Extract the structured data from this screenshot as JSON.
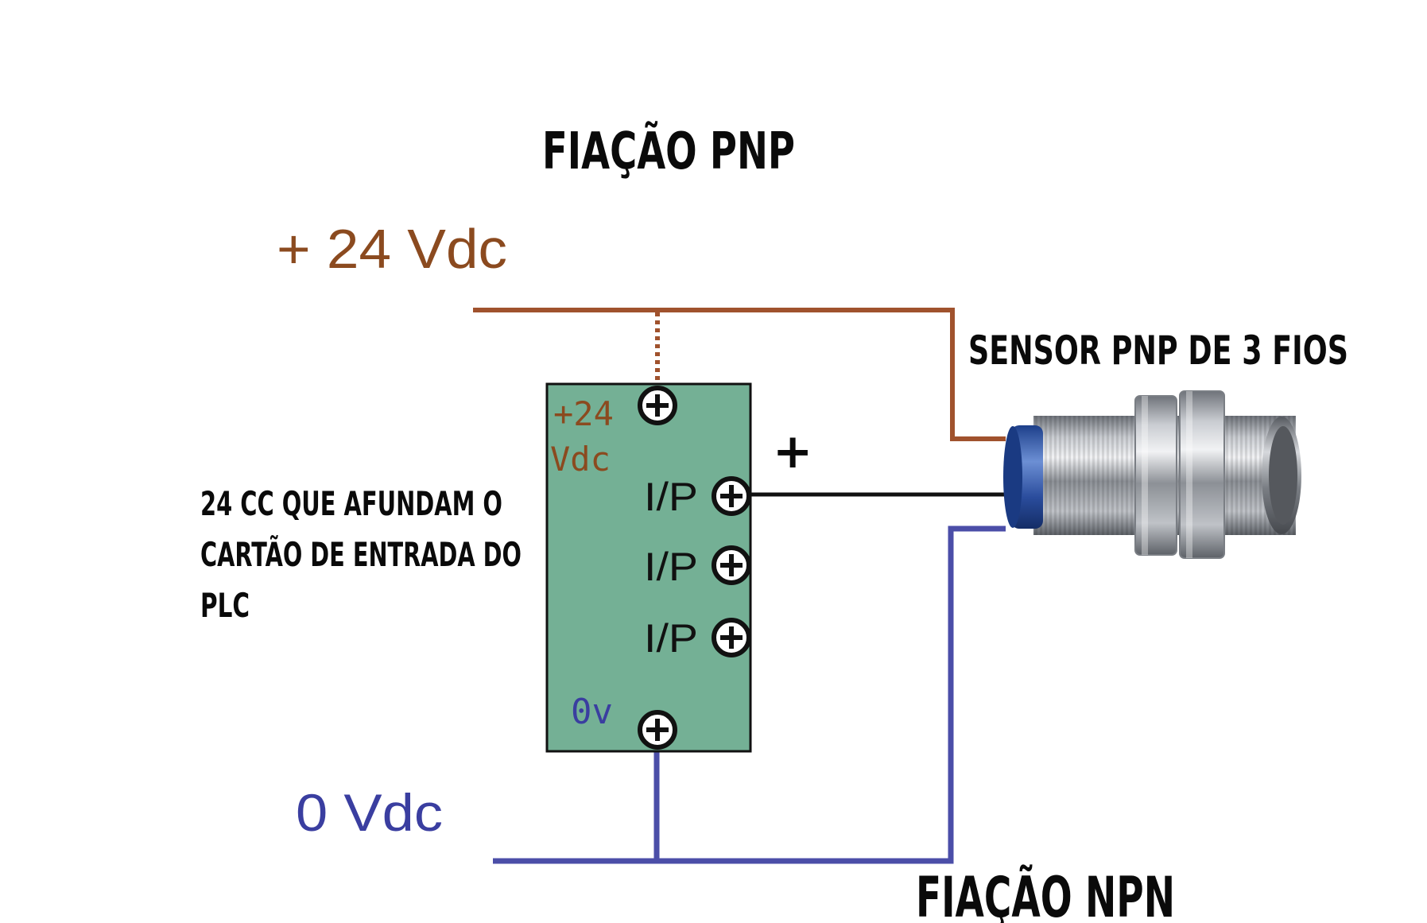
{
  "titles": {
    "pnp_title": "FIAÇÃO PNP",
    "npn_title": "FIAÇÃO NPN"
  },
  "rails": {
    "positive_label": "+ 24 Vdc",
    "negative_label": "0 Vdc"
  },
  "sensor": {
    "label": "SENSOR PNP DE 3 FIOS"
  },
  "plc_card": {
    "description_lines": [
      "24 CC QUE AFUNDAM O",
      "CARTÃO DE ENTRADA DO",
      "PLC"
    ],
    "top_terminal_label_1": "+24",
    "top_terminal_label_2": "Vdc",
    "input_labels": [
      "I/P",
      "I/P",
      "I/P"
    ],
    "zero_label": "0v",
    "plus_sign": "+"
  },
  "colors": {
    "positive_wire": "#a0522d",
    "negative_wire": "#4b4ea8",
    "signal_wire": "#111111",
    "plc_fill": "#74b095",
    "plc_border": "#111111",
    "positive_text": "#8b4a1f",
    "negative_text": "#3a3ea0"
  }
}
